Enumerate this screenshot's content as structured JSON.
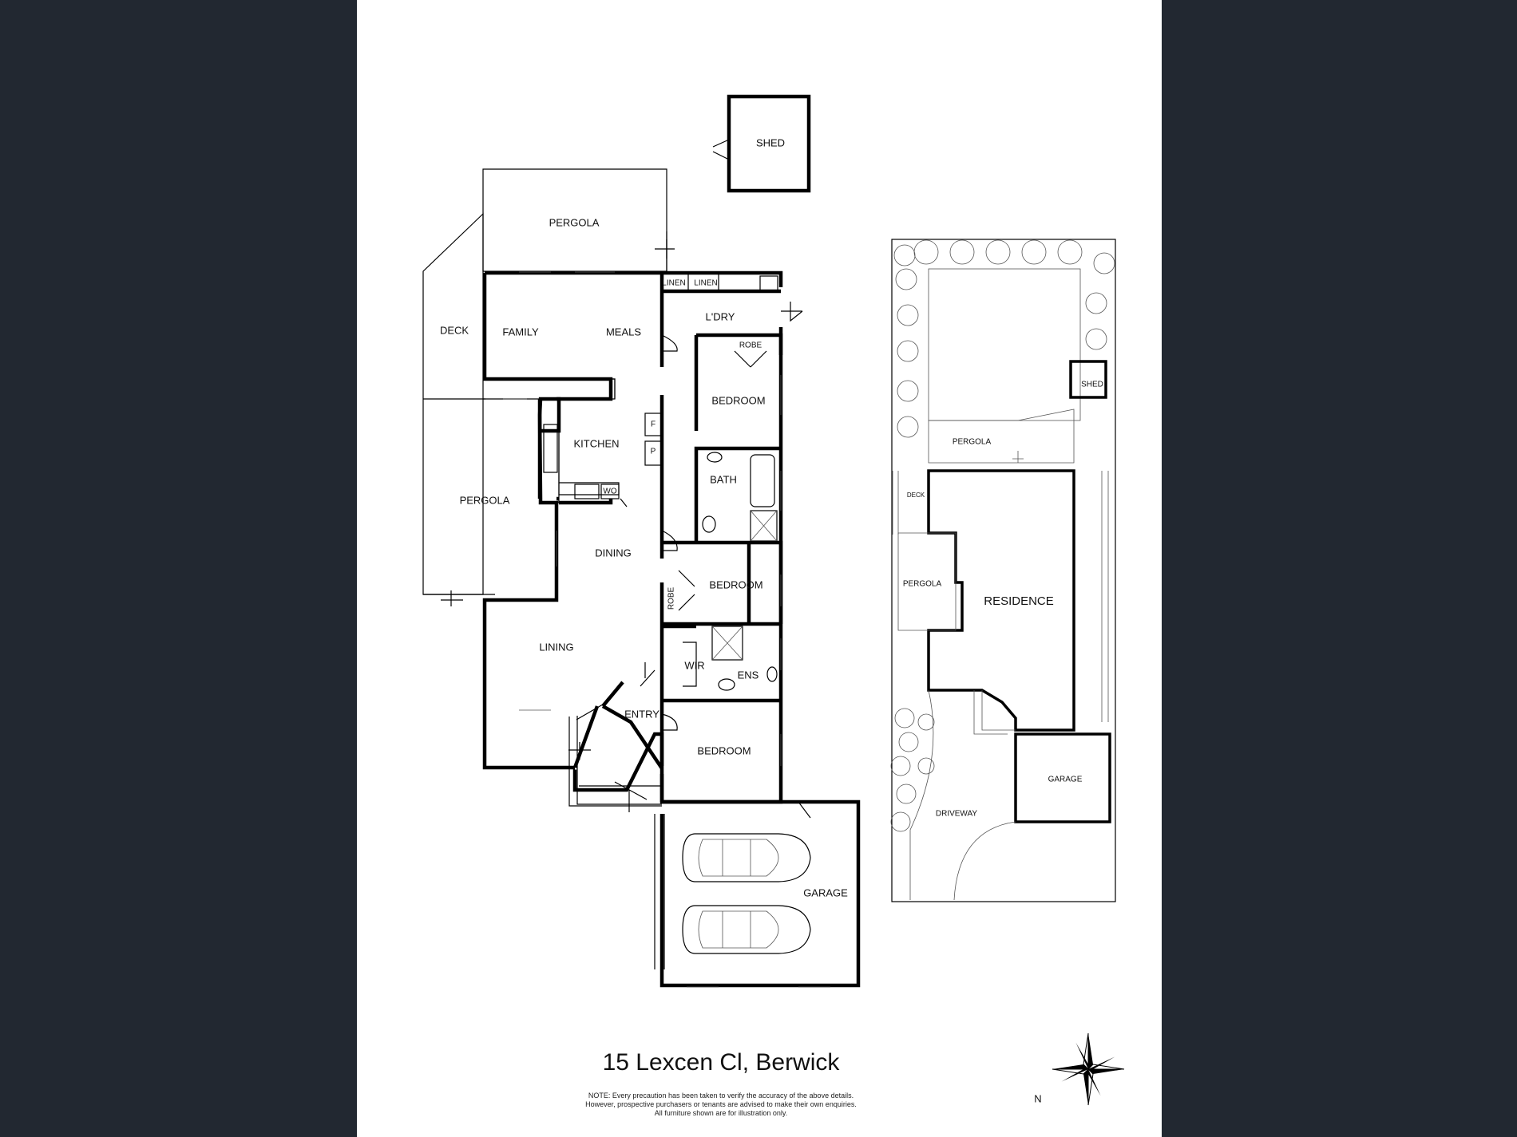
{
  "plan": {
    "rooms": {
      "shed": "SHED",
      "pergola_top": "PERGOLA",
      "deck": "DECK",
      "family": "FAMILY",
      "meals": "MEALS",
      "linen1": "LINEN",
      "linen2": "LINEN",
      "laundry": "L'DRY",
      "robe1": "ROBE",
      "bedroom1": "BEDROOM",
      "kitchen": "KITCHEN",
      "fridge": "F",
      "pantry": "P",
      "wo": "WO",
      "bath": "BATH",
      "pergola_side": "PERGOLA",
      "dining": "DINING",
      "robe2": "ROBE",
      "bedroom2": "BEDROOM",
      "lining": "LINING",
      "wir": "WIR",
      "ens": "ENS",
      "entry": "ENTRY",
      "bedroom3": "BEDROOM",
      "garage": "GARAGE"
    }
  },
  "site": {
    "rooms": {
      "shed": "SHED",
      "pergola_top": "PERGOLA",
      "deck": "DECK",
      "pergola_side": "PERGOLA",
      "residence": "RESIDENCE",
      "garage": "GARAGE",
      "driveway": "DRIVEWAY"
    }
  },
  "footer": {
    "address": "15 Lexcen Cl, Berwick",
    "compass": "N",
    "note_line1": "NOTE: Every precaution has been taken to verify the accuracy of the above details.",
    "note_line2": "However, prospective purchasers or tenants are advised to make their own enquiries.",
    "note_line3": "All furniture shown are for illustration only."
  },
  "colors": {
    "background": "#222831",
    "sheet": "#ffffff",
    "ink": "#000000"
  }
}
